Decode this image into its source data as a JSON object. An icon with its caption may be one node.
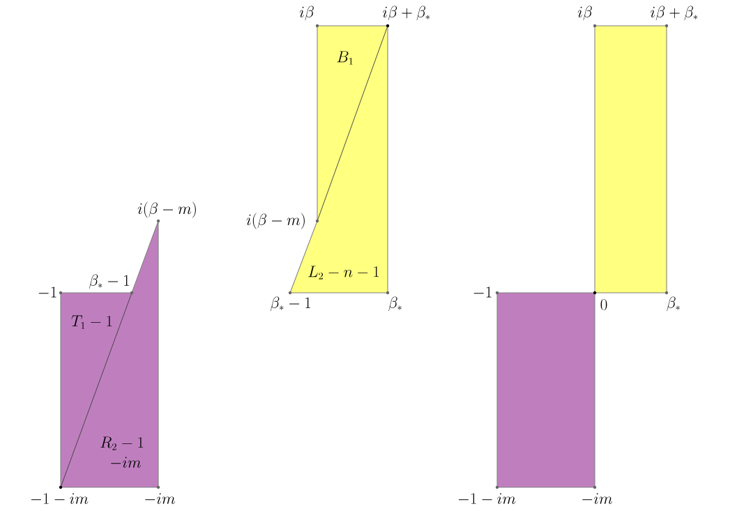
{
  "diagram": {
    "nodes": [
      {
        "text": [
          "T_1 - 1",
          "R_2 - 1",
          "-im"
        ]
      },
      {
        "text": [
          "B_1",
          "L_2 - n - 1"
        ]
      },
      {
        "text": [],
        "shape": "box"
      },
      {
        "text": [],
        "shape": "box"
      }
    ],
    "labels": [
      "i\\beta",
      "i\\beta + \\beta_*",
      "i\\beta",
      "i\\beta + \\beta_*",
      "i(\\beta - m)",
      "i(\\beta - m)",
      "\\beta_* - 1",
      "-1",
      "-1",
      "\\beta_* - 1",
      "\\beta_*",
      "0",
      "\\beta_*",
      "-1 - im",
      "-im",
      "-1 - im",
      "-im"
    ]
  }
}
